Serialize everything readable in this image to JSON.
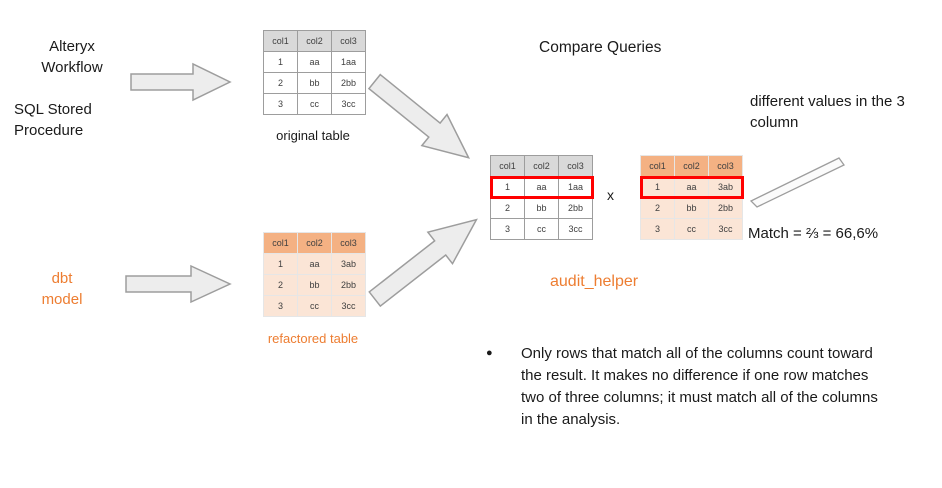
{
  "title": "Compare Queries",
  "sources": {
    "source1_line1": "Alteryx",
    "source1_line2": "Workflow",
    "source2_line1": "SQL Stored",
    "source2_line2": "Procedure",
    "source3_line1": "dbt",
    "source3_line2": "model"
  },
  "tables": {
    "original": {
      "label": "original table",
      "headers": [
        "col1",
        "col2",
        "col3"
      ],
      "rows": [
        [
          "1",
          "aa",
          "1aa"
        ],
        [
          "2",
          "bb",
          "2bb"
        ],
        [
          "3",
          "cc",
          "3cc"
        ]
      ]
    },
    "refactored": {
      "label": "refactored table",
      "headers": [
        "col1",
        "col2",
        "col3"
      ],
      "rows": [
        [
          "1",
          "aa",
          "3ab"
        ],
        [
          "2",
          "bb",
          "2bb"
        ],
        [
          "3",
          "cc",
          "3cc"
        ]
      ]
    },
    "compare_left": {
      "headers": [
        "col1",
        "col2",
        "col3"
      ],
      "rows": [
        [
          "1",
          "aa",
          "1aa"
        ],
        [
          "2",
          "bb",
          "2bb"
        ],
        [
          "3",
          "cc",
          "3cc"
        ]
      ],
      "highlight_row": 0
    },
    "compare_right": {
      "headers": [
        "col1",
        "col2",
        "col3"
      ],
      "rows": [
        [
          "1",
          "aa",
          "3ab"
        ],
        [
          "2",
          "bb",
          "2bb"
        ],
        [
          "3",
          "cc",
          "3cc"
        ]
      ],
      "highlight_row": 0
    }
  },
  "annotations": {
    "multiply": "x",
    "different_values": "different values in the 3 column",
    "match": "Match = ⅔ = 66,6%",
    "audit_helper": "audit_helper",
    "bullet_text": "Only rows that match all of the columns count toward the result. It makes no difference if one row matches two of three columns; it must match all of the columns in the analysis."
  },
  "colors": {
    "orange": "#ED7D31",
    "red": "#FF0000",
    "gray_header": "#D9D9D9",
    "orange_header": "#F4B183",
    "orange_cell": "#FBE5D6",
    "arrow_fill": "#EDEDED",
    "arrow_stroke": "#9D9D9D"
  }
}
